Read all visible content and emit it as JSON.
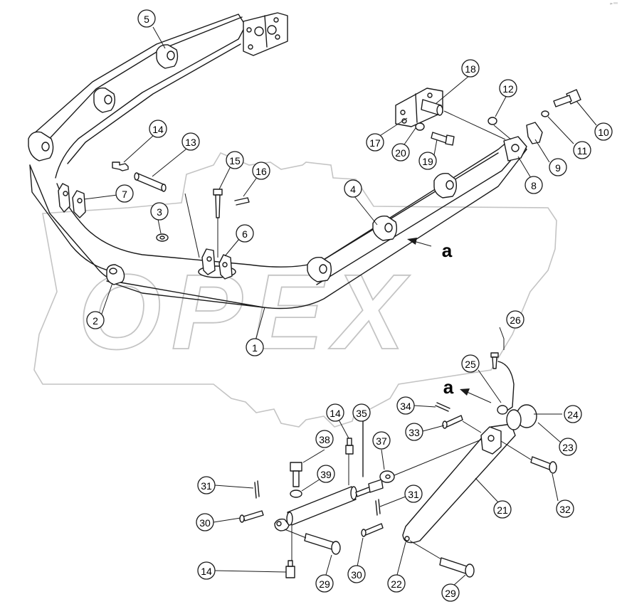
{
  "watermark": {
    "text": "OPEX"
  },
  "corner_mark": "ᵍᵉ ⁰⁰⁰",
  "callouts": [
    {
      "id": "a-top",
      "label": "a"
    },
    {
      "id": "a-bottom",
      "label": "a"
    }
  ],
  "parts": [
    "1",
    "2",
    "3",
    "4",
    "5",
    "6",
    "7",
    "8",
    "9",
    "10",
    "11",
    "12",
    "13",
    "14",
    "15",
    "16",
    "17",
    "18",
    "19",
    "20",
    "21",
    "22",
    "23",
    "24",
    "25",
    "26",
    "29",
    "29",
    "30",
    "30",
    "31",
    "31",
    "32",
    "33",
    "34",
    "35",
    "37",
    "38",
    "39",
    "14",
    "14"
  ],
  "colors": {
    "line": "#1a1a1a",
    "watermark": "#c4c4c4",
    "background": "#ffffff"
  }
}
